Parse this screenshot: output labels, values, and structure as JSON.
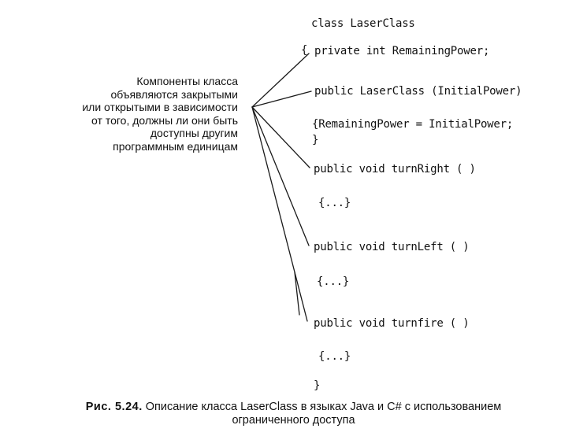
{
  "annotation": {
    "lines": [
      "Компоненты класса",
      "объявляются закрытыми",
      "или открытыми в зависимости",
      "от того, должны ли они быть",
      "доступны другим",
      "программным единицам"
    ]
  },
  "code": {
    "class_decl": "class LaserClass",
    "open_brace": "{",
    "private_field": "private int RemainingPower;",
    "constructor_sig": "public LaserClass (InitialPower)",
    "constructor_body": "{RemainingPower = InitialPower;",
    "constructor_close": "}",
    "method_turn_right": "public void turnRight ( )",
    "body_turn_right": "{...}",
    "method_turn_left": "public void turnLeft ( )",
    "body_turn_left": "{...}",
    "method_turn_fire": "public void turnfire ( )",
    "body_turn_fire": "{...}",
    "close_brace": "}"
  },
  "caption": {
    "label": "Рис. 5.24.",
    "line1": "Описание класса LaserClass в языках Java и C# с использованием",
    "line2": "ограниченного доступа"
  }
}
